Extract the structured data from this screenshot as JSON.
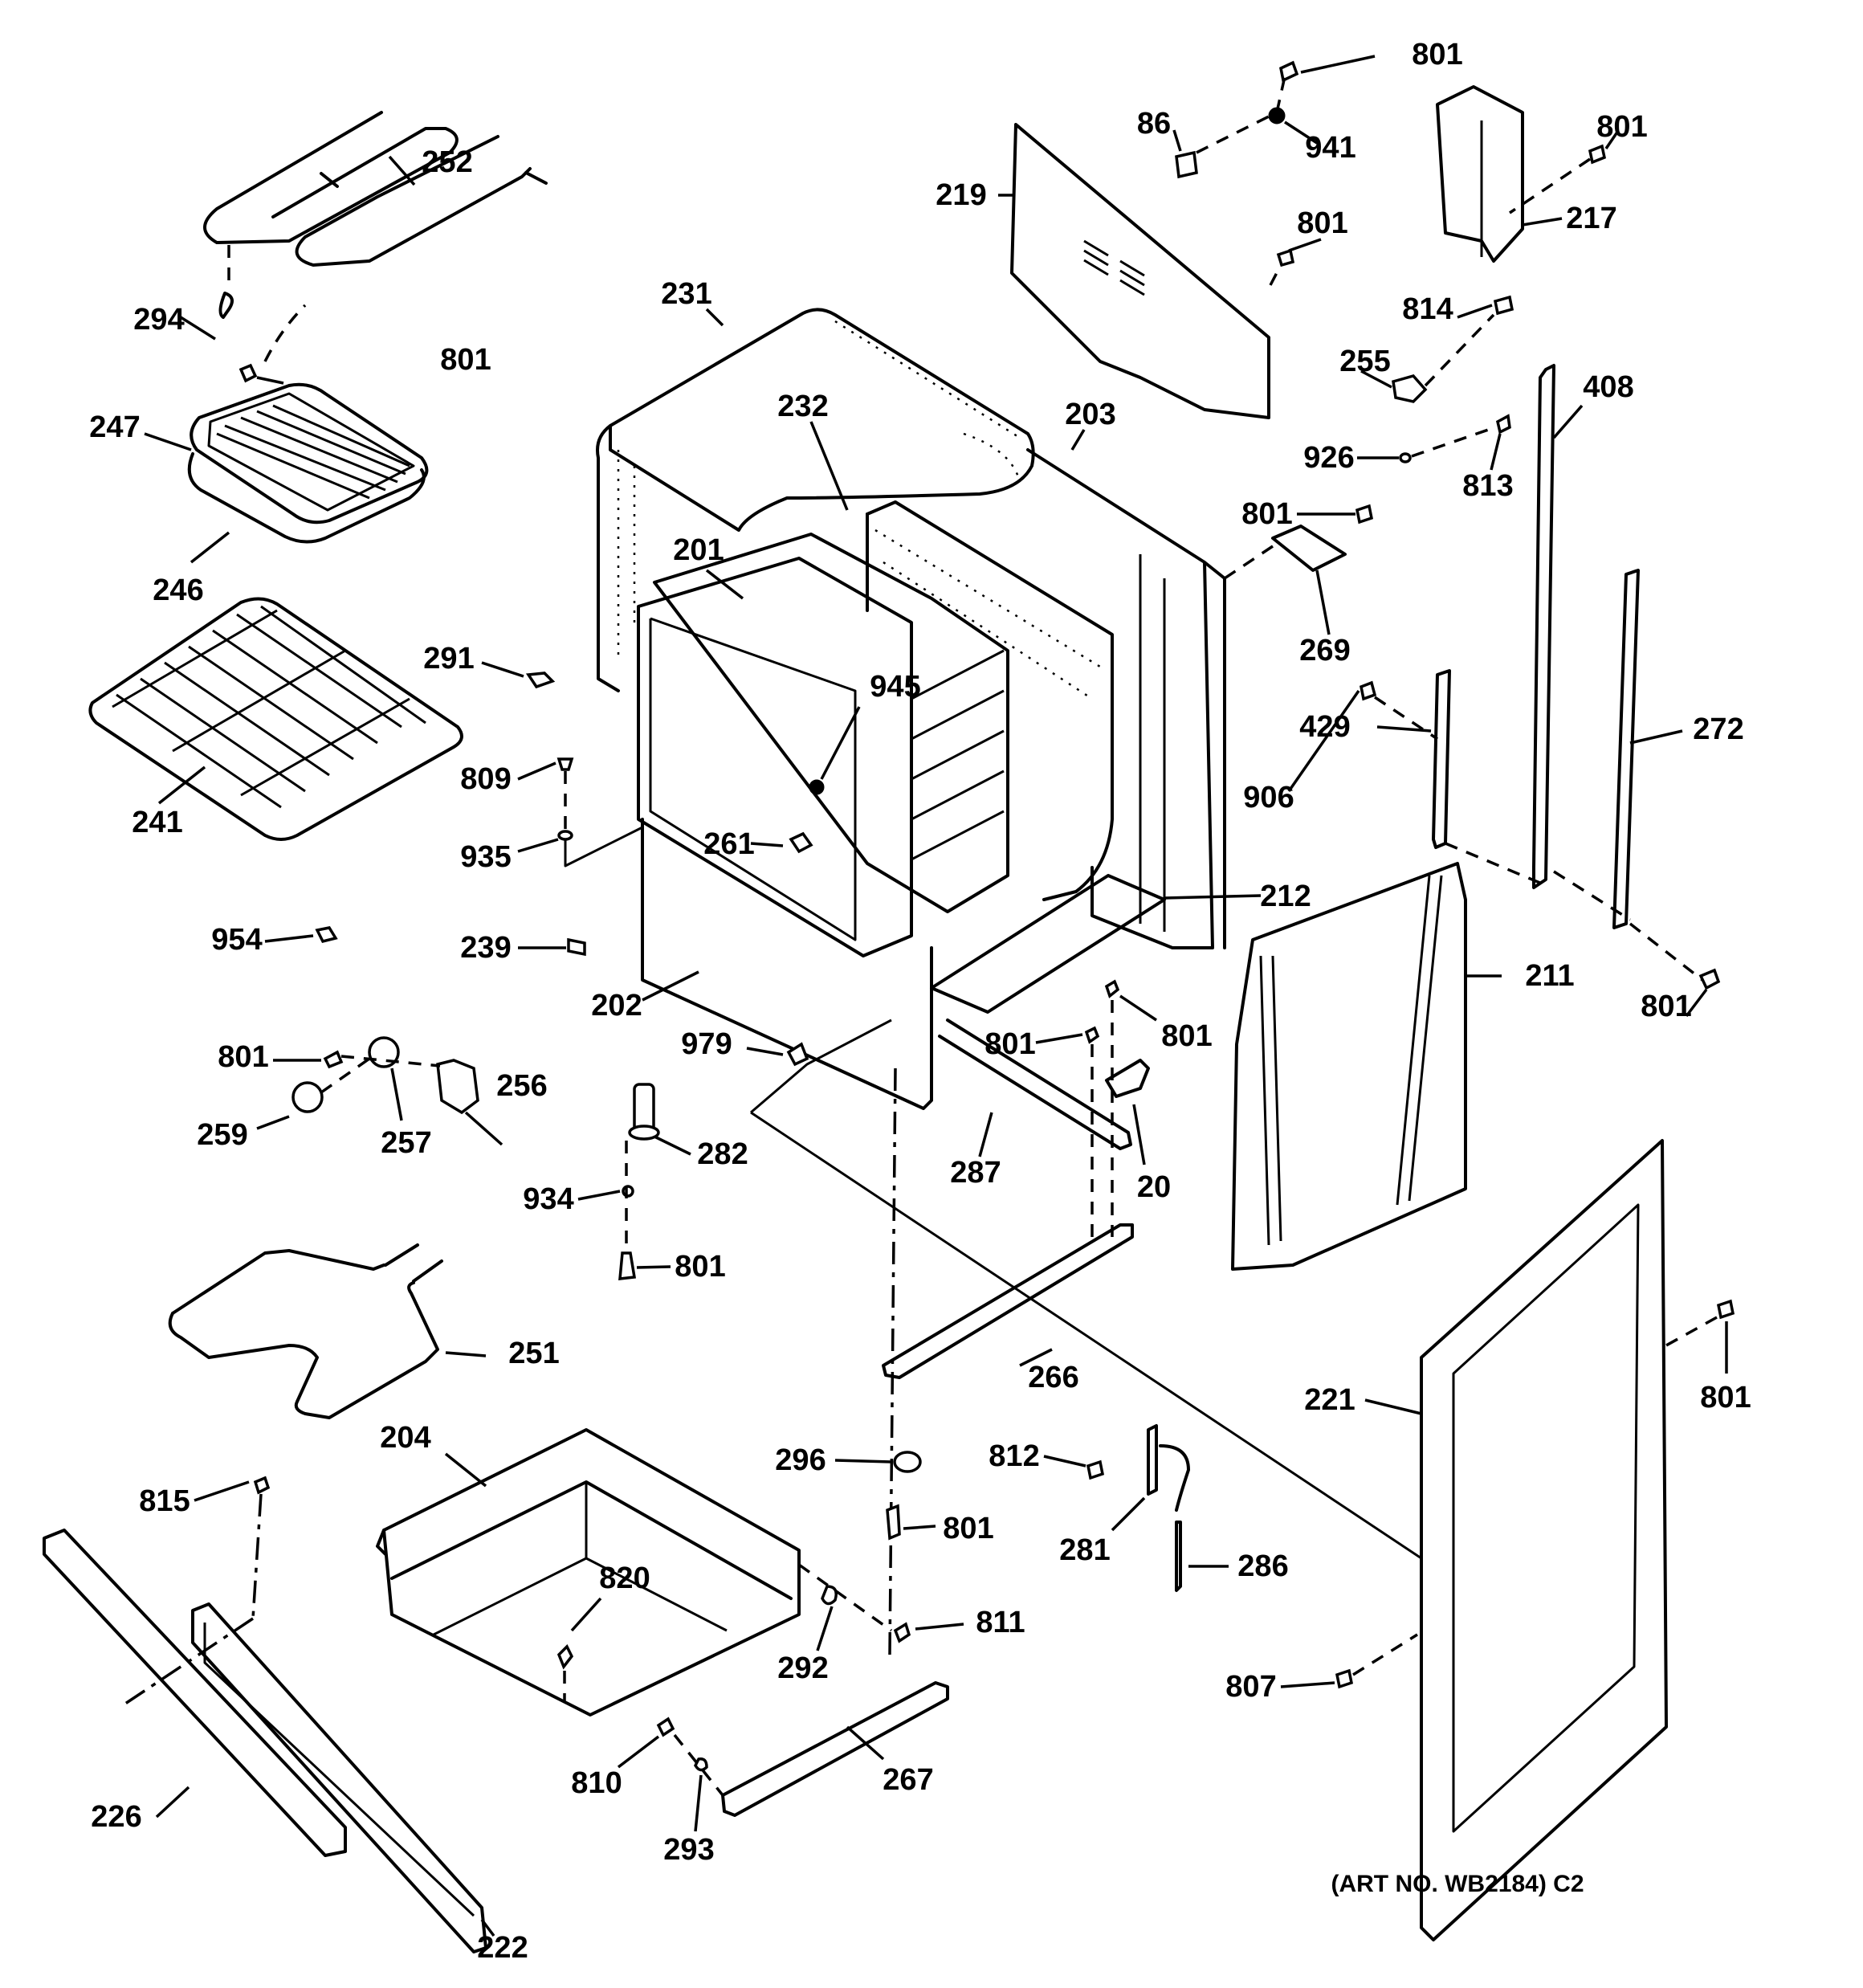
{
  "diagram": {
    "type": "exploded-parts-diagram",
    "subject": "Range oven body assembly",
    "caption": "(ART NO. WB2184) C2",
    "part_labels": [
      {
        "id": "lbl-801-a",
        "text": "801"
      },
      {
        "id": "lbl-86",
        "text": "86"
      },
      {
        "id": "lbl-941",
        "text": "941"
      },
      {
        "id": "lbl-801-b",
        "text": "801"
      },
      {
        "id": "lbl-219",
        "text": "219"
      },
      {
        "id": "lbl-217",
        "text": "217"
      },
      {
        "id": "lbl-801-c",
        "text": "801"
      },
      {
        "id": "lbl-252",
        "text": "252"
      },
      {
        "id": "lbl-294",
        "text": "294"
      },
      {
        "id": "lbl-801-d",
        "text": "801"
      },
      {
        "id": "lbl-231",
        "text": "231"
      },
      {
        "id": "lbl-814",
        "text": "814"
      },
      {
        "id": "lbl-255",
        "text": "255"
      },
      {
        "id": "lbl-232",
        "text": "232"
      },
      {
        "id": "lbl-203",
        "text": "203"
      },
      {
        "id": "lbl-408",
        "text": "408"
      },
      {
        "id": "lbl-926",
        "text": "926"
      },
      {
        "id": "lbl-813",
        "text": "813"
      },
      {
        "id": "lbl-247",
        "text": "247"
      },
      {
        "id": "lbl-801-e",
        "text": "801"
      },
      {
        "id": "lbl-201",
        "text": "201"
      },
      {
        "id": "lbl-246",
        "text": "246"
      },
      {
        "id": "lbl-269",
        "text": "269"
      },
      {
        "id": "lbl-291",
        "text": "291"
      },
      {
        "id": "lbl-945",
        "text": "945"
      },
      {
        "id": "lbl-429",
        "text": "429"
      },
      {
        "id": "lbl-272",
        "text": "272"
      },
      {
        "id": "lbl-241",
        "text": "241"
      },
      {
        "id": "lbl-809",
        "text": "809"
      },
      {
        "id": "lbl-906",
        "text": "906"
      },
      {
        "id": "lbl-935",
        "text": "935"
      },
      {
        "id": "lbl-261",
        "text": "261"
      },
      {
        "id": "lbl-212",
        "text": "212"
      },
      {
        "id": "lbl-954",
        "text": "954"
      },
      {
        "id": "lbl-239",
        "text": "239"
      },
      {
        "id": "lbl-211",
        "text": "211"
      },
      {
        "id": "lbl-202",
        "text": "202"
      },
      {
        "id": "lbl-801-f",
        "text": "801"
      },
      {
        "id": "lbl-979",
        "text": "979"
      },
      {
        "id": "lbl-801-g",
        "text": "801"
      },
      {
        "id": "lbl-801-h",
        "text": "801"
      },
      {
        "id": "lbl-801-i",
        "text": "801"
      },
      {
        "id": "lbl-256",
        "text": "256"
      },
      {
        "id": "lbl-259",
        "text": "259"
      },
      {
        "id": "lbl-257",
        "text": "257"
      },
      {
        "id": "lbl-282",
        "text": "282"
      },
      {
        "id": "lbl-287",
        "text": "287"
      },
      {
        "id": "lbl-20",
        "text": "20"
      },
      {
        "id": "lbl-934",
        "text": "934"
      },
      {
        "id": "lbl-801-j",
        "text": "801"
      },
      {
        "id": "lbl-251",
        "text": "251"
      },
      {
        "id": "lbl-266",
        "text": "266"
      },
      {
        "id": "lbl-221",
        "text": "221"
      },
      {
        "id": "lbl-801-k",
        "text": "801"
      },
      {
        "id": "lbl-204",
        "text": "204"
      },
      {
        "id": "lbl-296",
        "text": "296"
      },
      {
        "id": "lbl-812",
        "text": "812"
      },
      {
        "id": "lbl-815",
        "text": "815"
      },
      {
        "id": "lbl-281",
        "text": "281"
      },
      {
        "id": "lbl-801-l",
        "text": "801"
      },
      {
        "id": "lbl-286",
        "text": "286"
      },
      {
        "id": "lbl-820",
        "text": "820"
      },
      {
        "id": "lbl-811",
        "text": "811"
      },
      {
        "id": "lbl-292",
        "text": "292"
      },
      {
        "id": "lbl-807",
        "text": "807"
      },
      {
        "id": "lbl-810",
        "text": "810"
      },
      {
        "id": "lbl-267",
        "text": "267"
      },
      {
        "id": "lbl-226",
        "text": "226"
      },
      {
        "id": "lbl-293",
        "text": "293"
      },
      {
        "id": "lbl-222",
        "text": "222"
      }
    ]
  }
}
